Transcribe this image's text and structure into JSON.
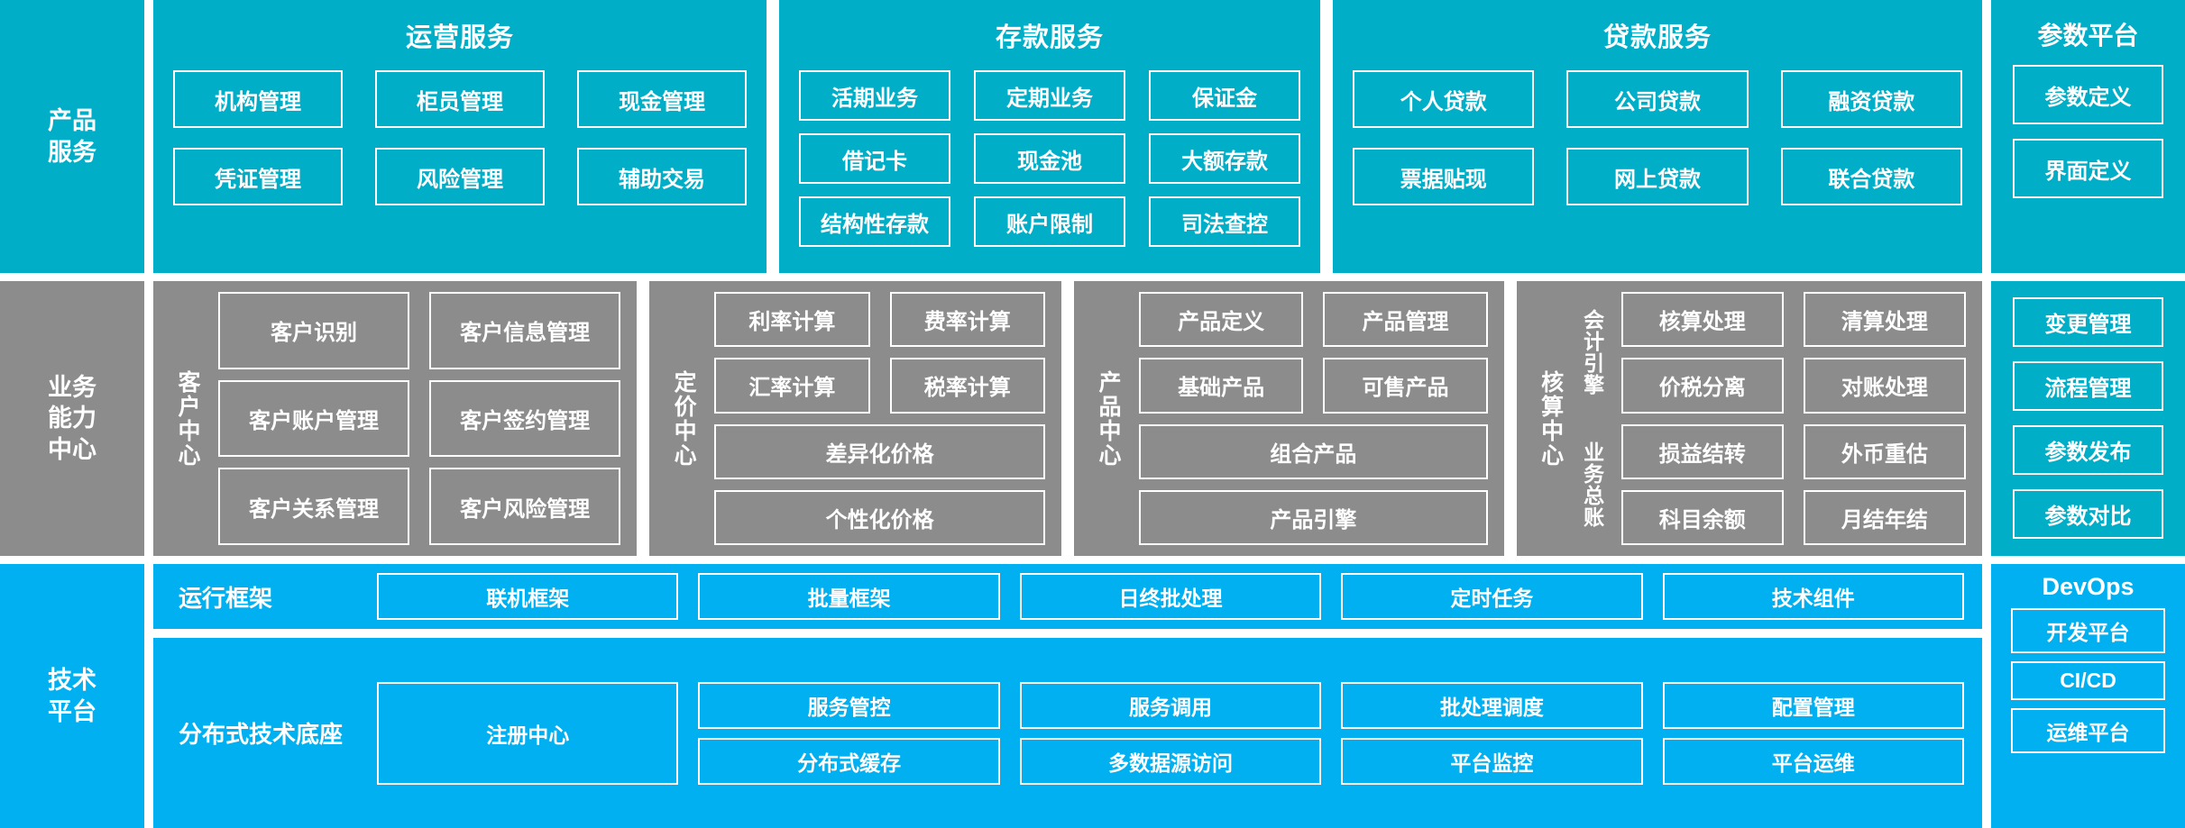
{
  "colors": {
    "product_teal": "#00AEC7",
    "capability_gray": "#8C8C8C",
    "tech_blue": "#00B0F0",
    "border_white": "#FFFFFF",
    "background": "#FFFFFF"
  },
  "rows": {
    "product_services": {
      "label": "产品\n服务",
      "groups": [
        {
          "title": "运营服务",
          "items": [
            "机构管理",
            "柜员管理",
            "现金管理",
            "凭证管理",
            "风险管理",
            "辅助交易"
          ]
        },
        {
          "title": "存款服务",
          "items": [
            "活期业务",
            "定期业务",
            "保证金",
            "借记卡",
            "现金池",
            "大额存款",
            "结构性存款",
            "账户限制",
            "司法查控"
          ]
        },
        {
          "title": "贷款服务",
          "items": [
            "个人贷款",
            "公司贷款",
            "融资贷款",
            "票据贴现",
            "网上贷款",
            "联合贷款"
          ]
        }
      ]
    },
    "business_capability": {
      "label": "业务\n能力\n中心",
      "centers": [
        {
          "name": "客户中心",
          "pairs": [
            [
              "客户识别",
              "客户信息管理"
            ],
            [
              "客户账户管理",
              "客户签约管理"
            ],
            [
              "客户关系管理",
              "客户风险管理"
            ]
          ],
          "full": []
        },
        {
          "name": "定价中心",
          "pairs": [
            [
              "利率计算",
              "费率计算"
            ],
            [
              "汇率计算",
              "税率计算"
            ]
          ],
          "full": [
            "差异化价格",
            "个性化价格"
          ]
        },
        {
          "name": "产品中心",
          "pairs": [
            [
              "产品定义",
              "产品管理"
            ],
            [
              "基础产品",
              "可售产品"
            ]
          ],
          "full": [
            "组合产品",
            "产品引擎"
          ]
        },
        {
          "name": "核算中心",
          "subgroups": [
            {
              "name": "会计引擎",
              "items": [
                "核算处理",
                "清算处理",
                "价税分离",
                "对账处理"
              ]
            },
            {
              "name": "业务总账",
              "items": [
                "损益结转",
                "外币重估",
                "科目余额",
                "月结年结"
              ]
            }
          ]
        }
      ]
    },
    "technology_platform": {
      "label": "技术\n平台",
      "runtime_framework": {
        "label": "运行框架",
        "items": [
          "联机框架",
          "批量框架",
          "日终批处理",
          "定时任务",
          "技术组件"
        ]
      },
      "distributed_base": {
        "label": "分布式技术底座",
        "anchor": "注册中心",
        "items": [
          "服务管控",
          "服务调用",
          "批处理调度",
          "配置管理",
          "分布式缓存",
          "多数据源访问",
          "平台监控",
          "平台运维"
        ]
      }
    }
  },
  "side_columns": {
    "parameter_platform": {
      "title": "参数平台",
      "items_top": [
        "参数定义",
        "界面定义"
      ],
      "items_bottom": [
        "变更管理",
        "流程管理",
        "参数发布",
        "参数对比"
      ]
    },
    "devops": {
      "title": "DevOps",
      "items": [
        "开发平台",
        "CI/CD",
        "运维平台"
      ]
    }
  }
}
